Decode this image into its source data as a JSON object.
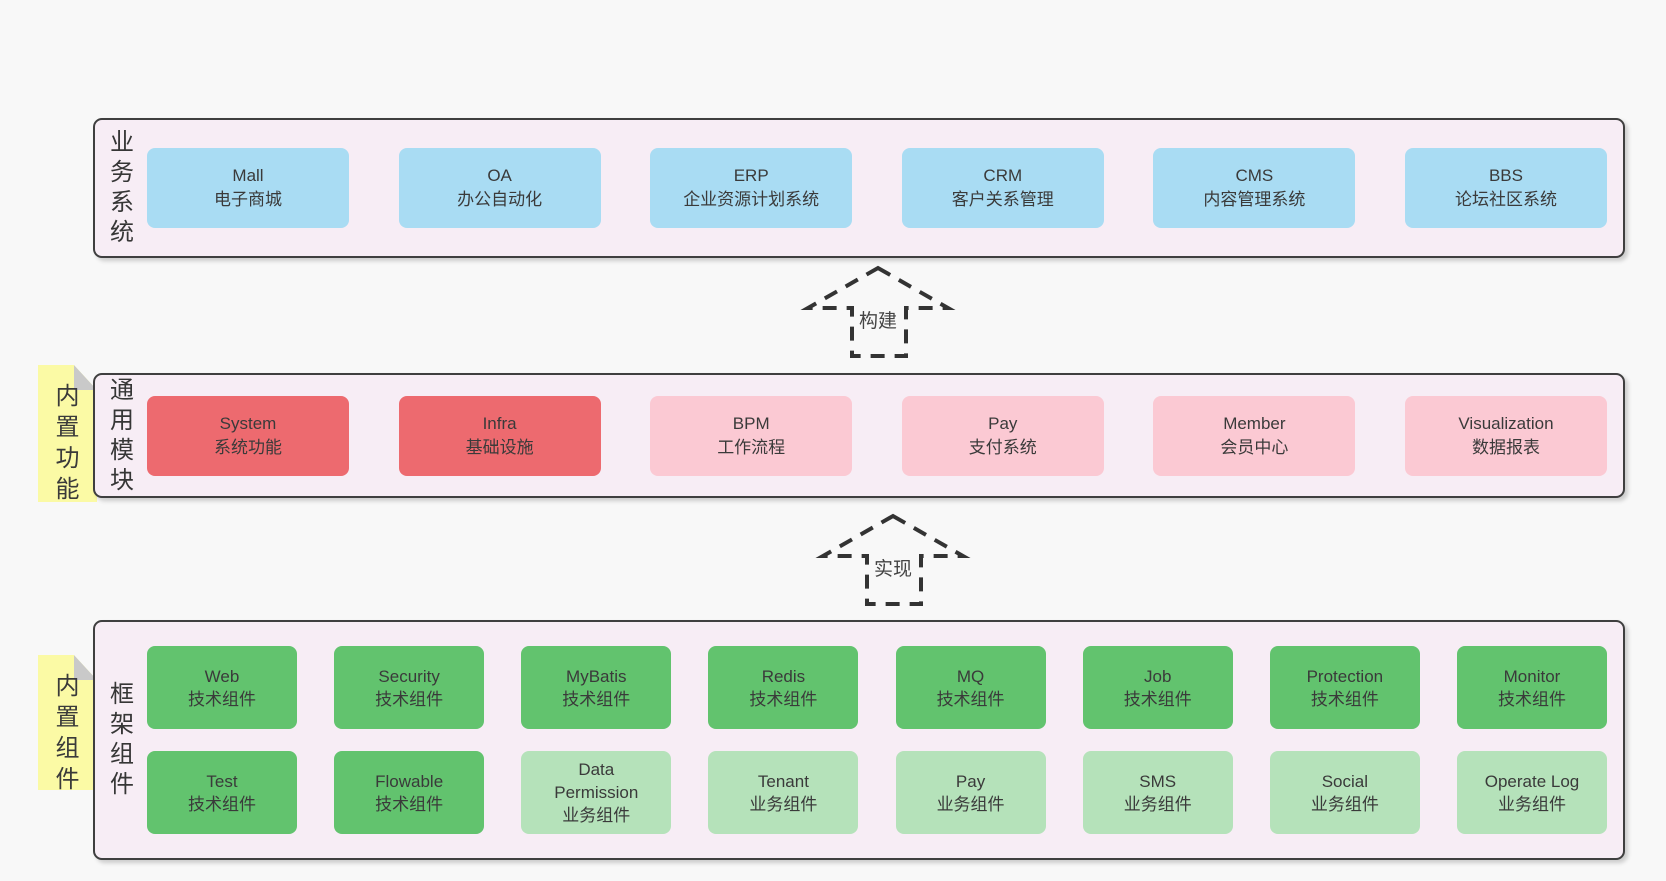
{
  "palette": {
    "page_bg": "#f8f8f8",
    "panel_bg": "#f7edf5",
    "panel_border": "#3f3f3f",
    "blue": "#a9dcf3",
    "red": "#ed6a6f",
    "pink": "#fbc9d3",
    "green": "#62c36e",
    "light_green": "#b5e2ba",
    "note_yellow": "#fbfaa5",
    "fold_gray": "#c9c9c9",
    "text": "#3c3c3c"
  },
  "layers": [
    {
      "name": "business-systems",
      "label": "业务系统",
      "boxes": [
        {
          "title": "Mall",
          "subtitle": "电子商城",
          "color": "blue"
        },
        {
          "title": "OA",
          "subtitle": "办公自动化",
          "color": "blue"
        },
        {
          "title": "ERP",
          "subtitle": "企业资源计划系统",
          "color": "blue"
        },
        {
          "title": "CRM",
          "subtitle": "客户关系管理",
          "color": "blue"
        },
        {
          "title": "CMS",
          "subtitle": "内容管理系统",
          "color": "blue"
        },
        {
          "title": "BBS",
          "subtitle": "论坛社区系统",
          "color": "blue"
        }
      ]
    },
    {
      "name": "common-modules",
      "label": "通用模块",
      "side_note": "内置功能",
      "boxes": [
        {
          "title": "System",
          "subtitle": "系统功能",
          "color": "red"
        },
        {
          "title": "Infra",
          "subtitle": "基础设施",
          "color": "red"
        },
        {
          "title": "BPM",
          "subtitle": "工作流程",
          "color": "pink"
        },
        {
          "title": "Pay",
          "subtitle": "支付系统",
          "color": "pink"
        },
        {
          "title": "Member",
          "subtitle": "会员中心",
          "color": "pink"
        },
        {
          "title": "Visualization",
          "subtitle": "数据报表",
          "color": "pink"
        }
      ]
    },
    {
      "name": "framework-components",
      "label": "框架组件",
      "side_note": "内置组件",
      "rows": [
        [
          {
            "title": "Web",
            "subtitle": "技术组件",
            "color": "green"
          },
          {
            "title": "Security",
            "subtitle": "技术组件",
            "color": "green"
          },
          {
            "title": "MyBatis",
            "subtitle": "技术组件",
            "color": "green"
          },
          {
            "title": "Redis",
            "subtitle": "技术组件",
            "color": "green"
          },
          {
            "title": "MQ",
            "subtitle": "技术组件",
            "color": "green"
          },
          {
            "title": "Job",
            "subtitle": "技术组件",
            "color": "green"
          },
          {
            "title": "Protection",
            "subtitle": "技术组件",
            "color": "green"
          },
          {
            "title": "Monitor",
            "subtitle": "技术组件",
            "color": "green"
          }
        ],
        [
          {
            "title": "Test",
            "subtitle": "技术组件",
            "color": "green"
          },
          {
            "title": "Flowable",
            "subtitle": "技术组件",
            "color": "green"
          },
          {
            "title": "Data Permission",
            "subtitle": "业务组件",
            "color": "light_green"
          },
          {
            "title": "Tenant",
            "subtitle": "业务组件",
            "color": "light_green"
          },
          {
            "title": "Pay",
            "subtitle": "业务组件",
            "color": "light_green"
          },
          {
            "title": "SMS",
            "subtitle": "业务组件",
            "color": "light_green"
          },
          {
            "title": "Social",
            "subtitle": "业务组件",
            "color": "light_green"
          },
          {
            "title": "Operate Log",
            "subtitle": "业务组件",
            "color": "light_green"
          }
        ]
      ]
    }
  ],
  "arrows": [
    {
      "label": "构建"
    },
    {
      "label": "实现"
    }
  ]
}
